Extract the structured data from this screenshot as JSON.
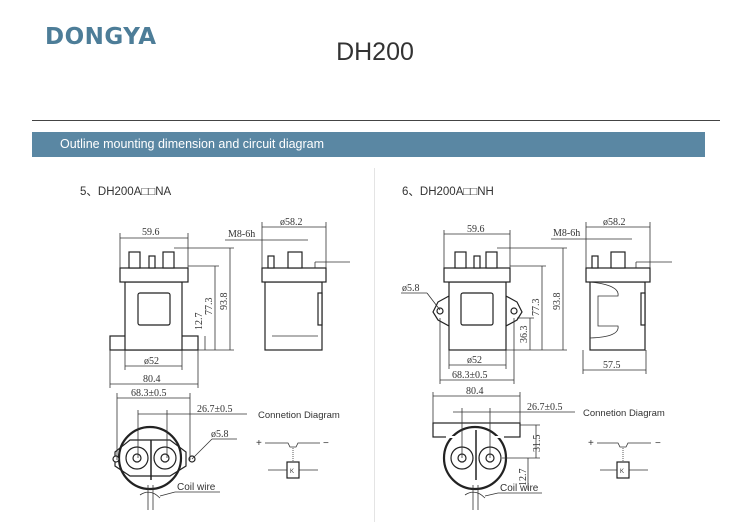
{
  "header": {
    "logo": "DONGYA",
    "title": "DH200"
  },
  "banner": {
    "label": "Outline mounting dimension and circuit diagram"
  },
  "left": {
    "subtitle": "5、DH200A□□NA",
    "dims": {
      "width_top": "59.6",
      "height_total": "93.8",
      "height_terminal": "77.3",
      "flange_h": "12.7",
      "body_dia": "ø52",
      "base_w": "80.4",
      "hole_pitch": "68.3±0.5",
      "side_dia": "ø58.2",
      "thread": "M8-6h",
      "terminal_pitch": "26.7±0.5",
      "hole_dia": "ø5.8"
    },
    "coil_wire": "Coil wire",
    "connection_title": "Connetion Diagram",
    "plus": "+",
    "minus": "−",
    "coil": "K"
  },
  "right": {
    "subtitle": "6、DH200A□□NH",
    "dims": {
      "width_top": "59.6",
      "height_total": "93.8",
      "height_terminal": "77.3",
      "ear_h": "36.3",
      "hole_dia": "ø5.8",
      "body_dia": "ø52",
      "hole_pitch": "68.3±0.5",
      "base_w": "80.4",
      "side_dia": "ø58.2",
      "thread": "M8-6h",
      "side_w": "57.5",
      "terminal_pitch": "26.7±0.5",
      "h1": "31.5",
      "h2": "12.7"
    },
    "coil_wire": "Coil wire",
    "connection_title": "Connetion Diagram",
    "plus": "+",
    "minus": "−",
    "coil": "K"
  }
}
